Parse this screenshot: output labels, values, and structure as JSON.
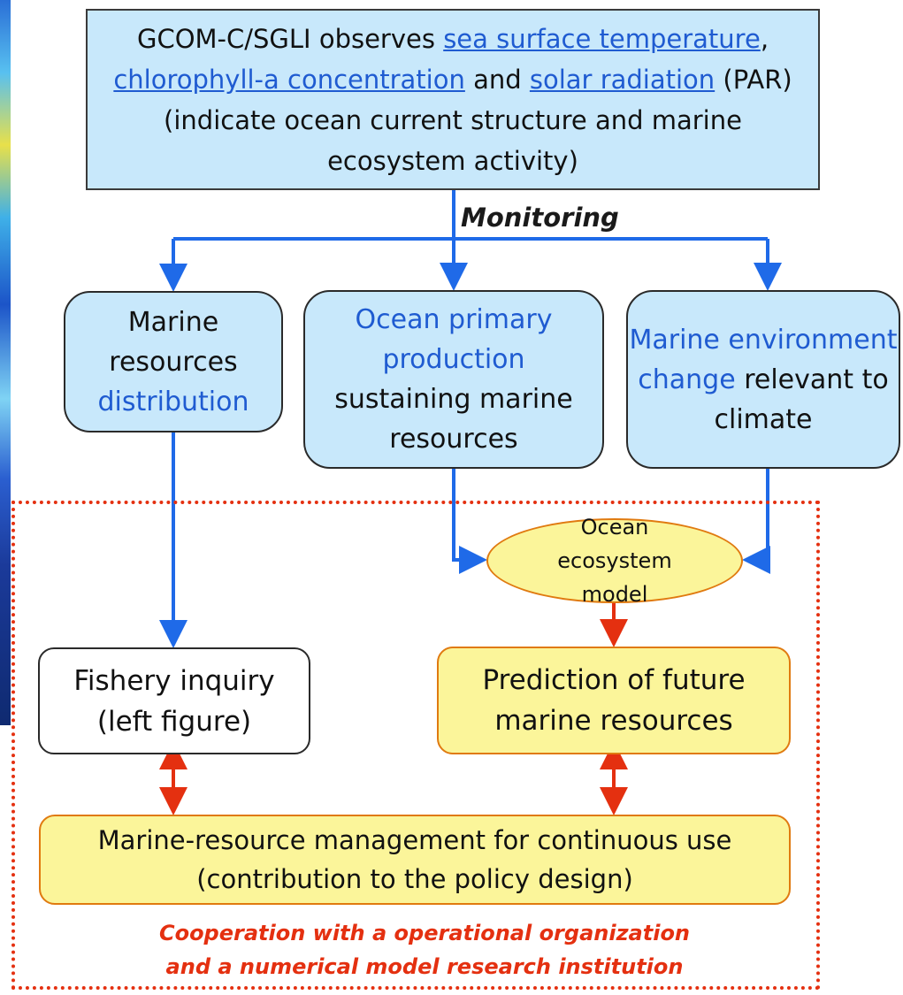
{
  "top_box": {
    "line1_pre": "GCOM-C/SGLI observes ",
    "link1": "sea surface temperature",
    "sep1": ", ",
    "link2": "chlorophyll-a concentration",
    "mid": " and ",
    "link3": "solar radiation",
    "tail": " (PAR) (indicate ocean current structure and marine ecosystem activity)"
  },
  "monitoring_label": "Monitoring",
  "boxes": {
    "marine_resources": {
      "black": "Marine resources",
      "blue": "distribution"
    },
    "primary_production": {
      "blue": "Ocean primary production",
      "black": "sustaining marine resources"
    },
    "environment_change": {
      "blue": "Marine environment change",
      "black": "relevant to climate"
    }
  },
  "ecosystem_model": "Ocean ecosystem model",
  "fishery_inquiry": "Fishery inquiry (left figure)",
  "prediction": "Prediction of future marine resources",
  "management": {
    "line1": "Marine-resource management for continuous use",
    "line2": "(contribution to the policy design)"
  },
  "cooperation": {
    "line1": "Cooperation with a operational organization",
    "line2": "and a numerical model research institution"
  },
  "colors": {
    "blue_arrow": "#1f6ae8",
    "red_arrow": "#e43010",
    "box_blue": "#c8e8fb",
    "box_yellow": "#fbf59a",
    "text_blue": "#1f5bd1"
  }
}
